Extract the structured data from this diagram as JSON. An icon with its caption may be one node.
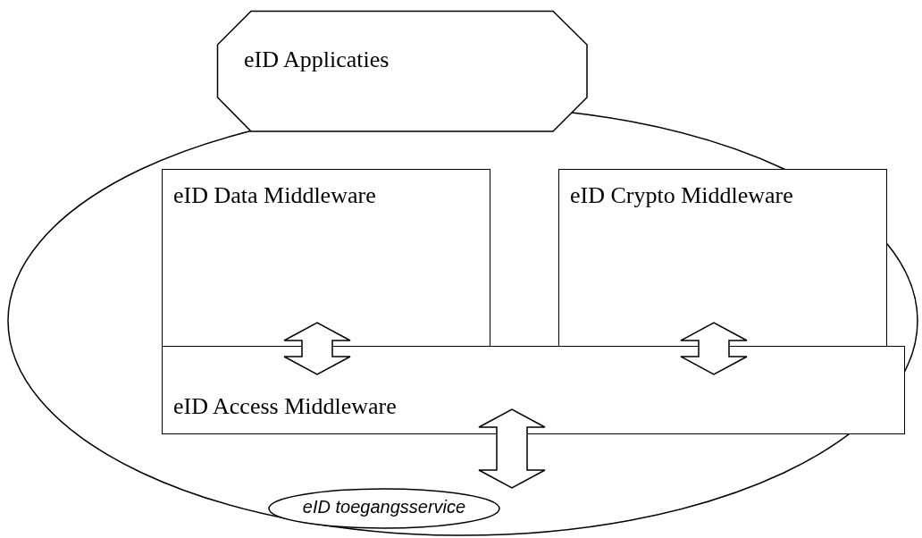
{
  "diagram": {
    "nodes": [
      {
        "text": [
          "eID Applicaties"
        ]
      },
      {
        "text": [],
        "shape": "ellipse"
      },
      {
        "text": [
          "eID Data Middleware"
        ],
        "in": 1
      },
      {
        "text": [
          "eID Crypto Middleware"
        ],
        "in": 1
      },
      {
        "text": [
          "eID Access Middleware"
        ],
        "in": 1
      },
      {
        "text": [
          "eID toegangsservice"
        ],
        "in": 1
      }
    ],
    "edges": [
      {
        "from": 2,
        "to": 4,
        "arrow": "both"
      },
      {
        "from": 3,
        "to": 4,
        "arrow": "both"
      },
      {
        "from": 4,
        "to": 5,
        "arrow": "both"
      }
    ]
  }
}
